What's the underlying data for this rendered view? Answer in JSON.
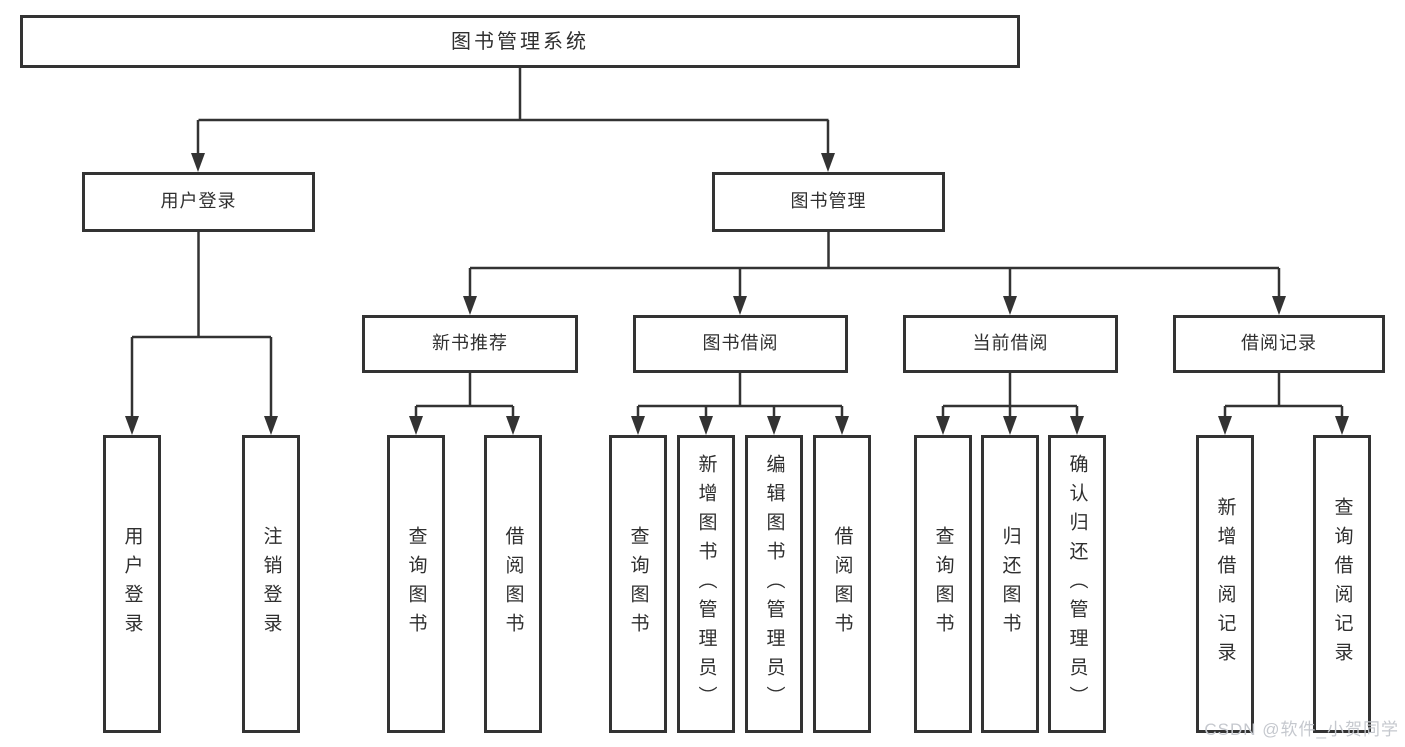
{
  "diagram": {
    "title": "图书管理系统",
    "level2": [
      {
        "label": "用户登录"
      },
      {
        "label": "图书管理"
      }
    ],
    "level3": [
      {
        "label": "新书推荐"
      },
      {
        "label": "图书借阅"
      },
      {
        "label": "当前借阅"
      },
      {
        "label": "借阅记录"
      }
    ],
    "leaves": {
      "user_login": [
        "用户登录",
        "注销登录"
      ],
      "new_book_rec": [
        "查询图书",
        "借阅图书"
      ],
      "book_borrow": [
        "查询图书",
        "新增图书（管理员）",
        "编辑图书（管理员）",
        "借阅图书"
      ],
      "current_borrow": [
        "查询图书",
        "归还图书",
        "确认归还（管理员）"
      ],
      "borrow_records": [
        "新增借阅记录",
        "查询借阅记录"
      ]
    }
  },
  "watermark": {
    "text": "CSDN @软件_小贺同学"
  },
  "colors": {
    "line": "#333333",
    "border": "#333333",
    "text": "#2f2f2f",
    "background": "#ffffff",
    "watermark": "#c5c8ce"
  }
}
